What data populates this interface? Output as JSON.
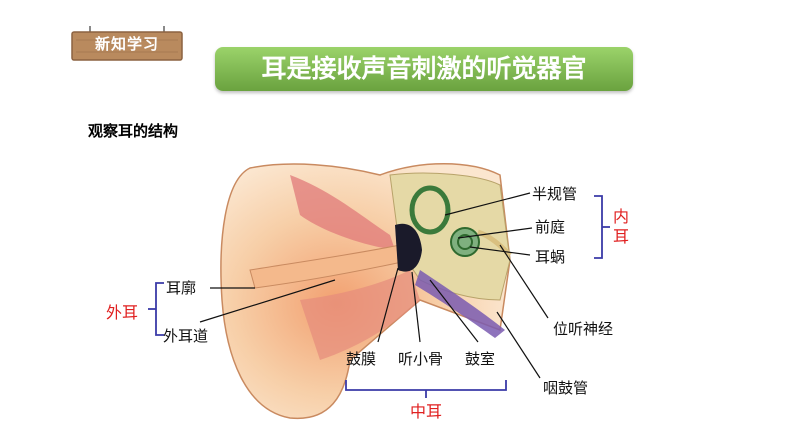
{
  "header": {
    "section_tag": "新知学习",
    "title": "耳是接收声音刺激的听觉器官"
  },
  "subtitle": "观察耳的结构",
  "diagram": {
    "inner_ear": {
      "group": "内耳",
      "parts": [
        "半规管",
        "前庭",
        "耳蜗"
      ]
    },
    "outer_ear": {
      "group": "外耳",
      "parts": [
        "耳廓",
        "外耳道"
      ]
    },
    "middle_ear": {
      "group": "中耳",
      "parts": [
        "鼓膜",
        "听小骨",
        "鼓室"
      ]
    },
    "other_labels": [
      "位听神经",
      "咽鼓管"
    ]
  },
  "colors": {
    "banner": "#7cb84e",
    "group_red": "#e02020",
    "bracket": "#3a3aa8",
    "wood": "#b98a5e"
  }
}
